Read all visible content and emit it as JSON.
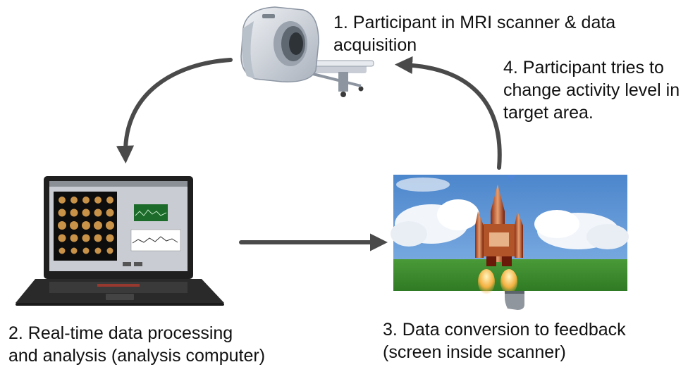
{
  "steps": {
    "step1": {
      "lines": [
        "1. Participant in MRI scanner & data",
        "acquisition"
      ]
    },
    "step2": {
      "lines": [
        "2. Real-time data processing",
        "and analysis (analysis computer)"
      ]
    },
    "step3": {
      "lines": [
        "3. Data conversion to feedback",
        "(screen inside scanner)"
      ]
    },
    "step4": {
      "lines": [
        "4. Participant tries to",
        "change activity level in",
        "target area."
      ]
    }
  },
  "colors": {
    "arrow": "#4a4a4a",
    "sky": "#5a8fd0",
    "grass": "#3e8f2e",
    "scanner_body": "#d6dbe2",
    "laptop_body": "#2a2a2a"
  }
}
